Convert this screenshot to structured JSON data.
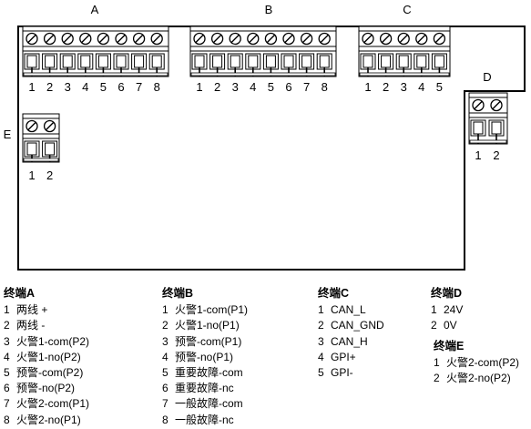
{
  "blocks": {
    "A": {
      "label": "A",
      "pins": [
        "1",
        "2",
        "3",
        "4",
        "5",
        "6",
        "7",
        "8"
      ]
    },
    "B": {
      "label": "B",
      "pins": [
        "1",
        "2",
        "3",
        "4",
        "5",
        "6",
        "7",
        "8"
      ]
    },
    "C": {
      "label": "C",
      "pins": [
        "1",
        "2",
        "3",
        "4",
        "5"
      ]
    },
    "D": {
      "label": "D",
      "pins": [
        "1",
        "2"
      ]
    },
    "E": {
      "label": "E",
      "pins": [
        "1",
        "2"
      ]
    }
  },
  "legend": [
    {
      "title": "终端A",
      "items": [
        {
          "num": "1",
          "text": "两线 +"
        },
        {
          "num": "2",
          "text": "两线 -"
        },
        {
          "num": "3",
          "text": "火警1-com(P2)"
        },
        {
          "num": "4",
          "text": "火警1-no(P2)"
        },
        {
          "num": "5",
          "text": "预警-com(P2)"
        },
        {
          "num": "6",
          "text": "预警-no(P2)"
        },
        {
          "num": "7",
          "text": "火警2-com(P1)"
        },
        {
          "num": "8",
          "text": "火警2-no(P1)"
        }
      ]
    },
    {
      "title": "终端B",
      "items": [
        {
          "num": "1",
          "text": "火警1-com(P1)"
        },
        {
          "num": "2",
          "text": "火警1-no(P1)"
        },
        {
          "num": "3",
          "text": "预警-com(P1)"
        },
        {
          "num": "4",
          "text": "预警-no(P1)"
        },
        {
          "num": "5",
          "text": "重要故障-com"
        },
        {
          "num": "6",
          "text": "重要故障-nc"
        },
        {
          "num": "7",
          "text": "一般故障-com"
        },
        {
          "num": "8",
          "text": "一般故障-nc"
        }
      ]
    },
    {
      "title": "终端C",
      "items": [
        {
          "num": "1",
          "text": "CAN_L"
        },
        {
          "num": "2",
          "text": "CAN_GND"
        },
        {
          "num": "3",
          "text": "CAN_H"
        },
        {
          "num": "4",
          "text": "GPI+"
        },
        {
          "num": "5",
          "text": "GPI-"
        }
      ]
    },
    {
      "title": "终端D",
      "items": [
        {
          "num": "1",
          "text": "24V"
        },
        {
          "num": "2",
          "text": "0V"
        }
      ]
    },
    {
      "title": "终端E",
      "items": [
        {
          "num": "1",
          "text": "火警2-com(P2)"
        },
        {
          "num": "2",
          "text": "火警2-no(P2)"
        }
      ]
    }
  ]
}
